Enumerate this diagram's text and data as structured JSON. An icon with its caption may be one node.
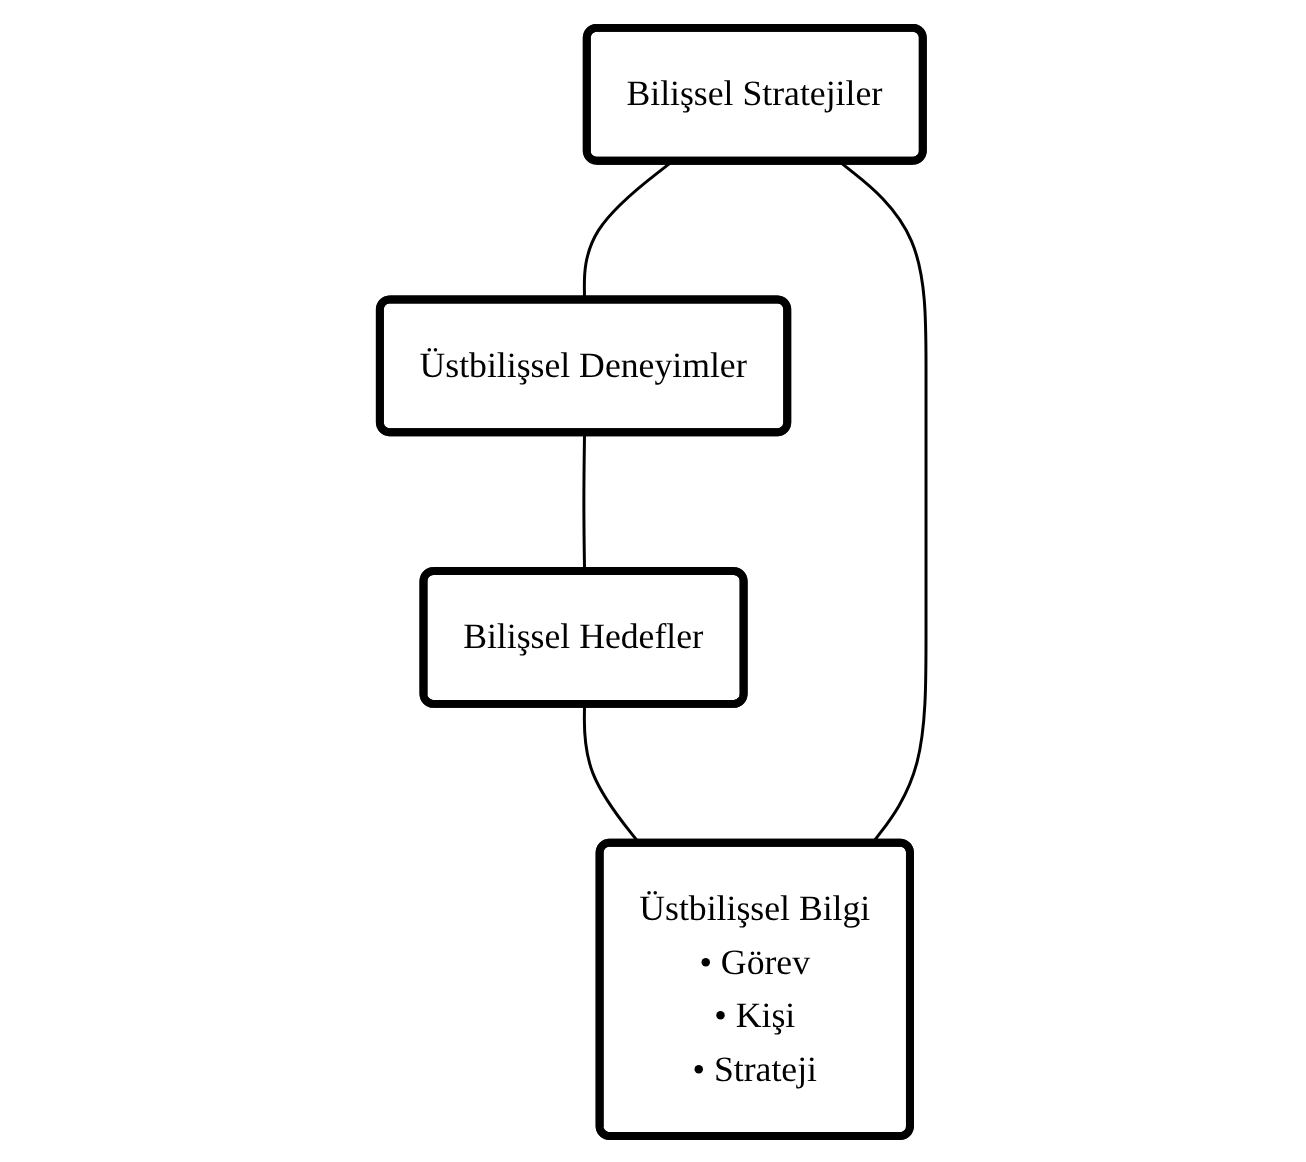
{
  "diagram": {
    "nodes": [
      {
        "text": [
          "Bilişsel Stratejiler"
        ]
      },
      {
        "text": [
          "Üstbilişsel Bilgi",
          "• Görev",
          "• Kişi",
          "• Strateji"
        ]
      },
      {
        "text": [
          "Üstbilişsel Deneyimler"
        ]
      },
      {
        "text": [
          "Bilişsel Hedefler"
        ]
      }
    ],
    "edges": [
      {
        "from": 0,
        "to": 2,
        "arrow": "none"
      },
      {
        "from": 2,
        "to": 3,
        "arrow": "none"
      },
      {
        "from": 3,
        "to": 1,
        "arrow": "none"
      },
      {
        "from": 1,
        "to": 0,
        "arrow": "none"
      }
    ]
  }
}
